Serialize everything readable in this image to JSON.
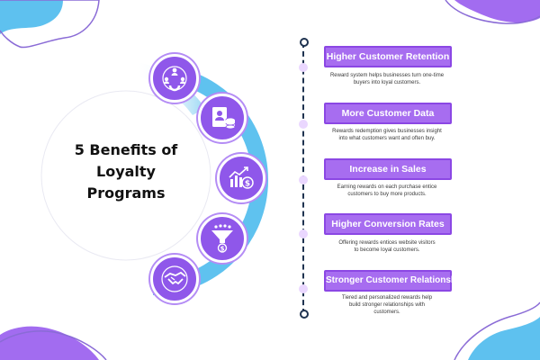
{
  "title": {
    "line1": "5 Benefits of",
    "line2": "Loyalty",
    "line3": "Programs"
  },
  "benefits": [
    {
      "heading": "Higher Customer Retention",
      "desc1": "Reward system helps businesses turn one-time",
      "desc2": "buyers into loyal customers.",
      "desc3": "",
      "icon": "customer-magnet-icon"
    },
    {
      "heading": "More Customer Data",
      "desc1": "Rewards redemption gives businesses insight",
      "desc2": "into what customers want and often buy.",
      "desc3": "",
      "icon": "customer-data-icon"
    },
    {
      "heading": "Increase in Sales",
      "desc1": "Earning rewards on each purchase entice",
      "desc2": "customers to buy more products.",
      "desc3": "",
      "icon": "sales-growth-icon"
    },
    {
      "heading": "Higher Conversion Rates",
      "desc1": "Offering rewards entices website visitors",
      "desc2": "to become loyal customers.",
      "desc3": "",
      "icon": "conversion-funnel-icon"
    },
    {
      "heading": "Stronger Customer Relationships",
      "desc1": "Tiered and personalized rewards help",
      "desc2": "build stronger relationships with",
      "desc3": "customers.",
      "icon": "handshake-icon"
    }
  ],
  "colors": {
    "accent": "#a76df0",
    "accent_dark": "#8f57ea",
    "sky": "#6cc3ee",
    "timeline": "#1f3350"
  }
}
